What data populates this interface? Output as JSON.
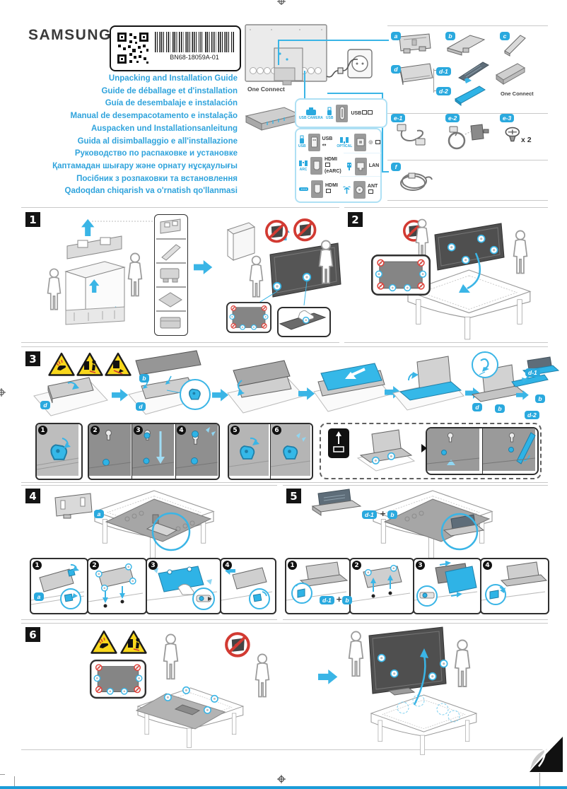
{
  "header": {
    "brand": "SAMSUNG",
    "part_number": "BN68-18059A-01",
    "titles": [
      "Unpacking and Installation Guide",
      "Guide de déballage et d'installation",
      "Guía de desembalaje e instalación",
      "Manual de desempacotamento e instalação",
      "Auspacken und Installationsanleitung",
      "Guida al disimballaggio e all'installazione",
      "Руководство по распаковке и установке",
      "Қаптамадан шығару және орнату нұсқаулығы",
      "Посібник з розпаковки та встановлення",
      "Qadoqdan chiqarish va o'rnatish qo'llanmasi"
    ]
  },
  "diagram": {
    "one_connect": "One Connect",
    "ports": {
      "usb_camera": "USB CAMERA",
      "usb_small": "USB",
      "usb_power": "USB",
      "usb_icon": "USB",
      "usb_data": "USB",
      "optical": "OPTICAL",
      "arc": "ARC",
      "hdmi_earc_1": "HDMI",
      "hdmi_earc_2": "(eARC)",
      "lan": "LAN",
      "hdmi": "HDMI",
      "ant": "ANT"
    }
  },
  "labels": {
    "a": "a",
    "b": "b",
    "c": "c",
    "d": "d",
    "d1": "d-1",
    "d2": "d-2",
    "e1": "e-1",
    "e2": "e-2",
    "e3": "e-3",
    "f": "f",
    "plus": "+",
    "screw_qty": "x 2",
    "one_connect": "One Connect"
  },
  "sections": {
    "s1": "1",
    "s2": "2",
    "s3": "3",
    "s4": "4",
    "s5": "5",
    "s6": "6"
  },
  "steps": {
    "n1": "1",
    "n2": "2",
    "n3": "3",
    "n4": "4",
    "n5": "5",
    "n6": "6"
  }
}
